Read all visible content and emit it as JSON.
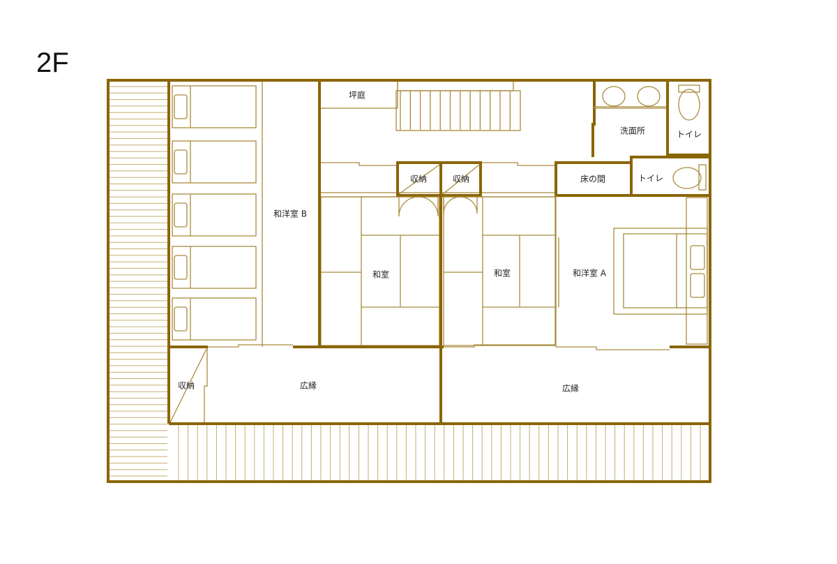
{
  "floor_label": "2F",
  "colors": {
    "wall": "#8a6508",
    "line": "#a88a3a",
    "stripe": "#c2ae70"
  },
  "rooms": {
    "tsuboniwa": "坪庭",
    "senmenjo": "洗面所",
    "toilet_upper": "トイレ",
    "toilet_lower": "トイレ",
    "tokonoma": "床の間",
    "storage_1": "収納",
    "storage_2": "収納",
    "washitsu_b": "和洋室 B",
    "washitsu_1": "和室",
    "washitsu_2": "和室",
    "washitsu_a": "和洋室 A",
    "storage_3": "収納",
    "hiroen_1": "広縁",
    "hiroen_2": "広縁"
  }
}
